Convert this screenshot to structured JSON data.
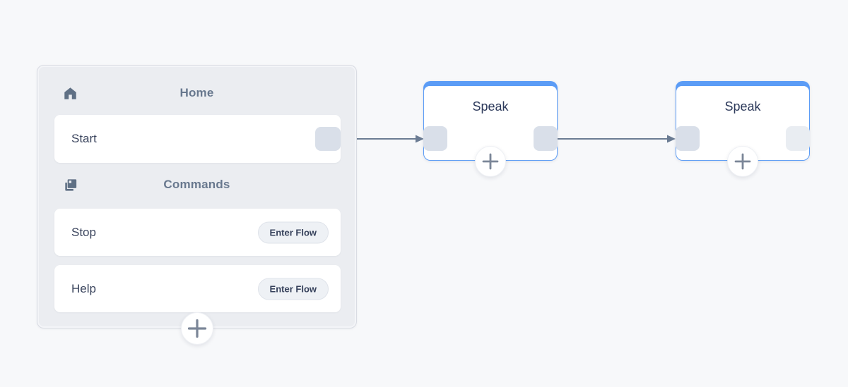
{
  "home_block": {
    "title": "Home",
    "icon": "home-icon",
    "start_item": {
      "label": "Start"
    },
    "commands": {
      "title": "Commands",
      "icon": "layers-icon",
      "items": [
        {
          "label": "Stop",
          "action_label": "Enter Flow"
        },
        {
          "label": "Help",
          "action_label": "Enter Flow"
        }
      ]
    },
    "add_icon": "plus-icon"
  },
  "nodes": [
    {
      "title": "Speak",
      "add_icon": "plus-icon"
    },
    {
      "title": "Speak",
      "add_icon": "plus-icon"
    }
  ],
  "edges": [
    {
      "from": "start-out-port",
      "to": "speak-1-in-port"
    },
    {
      "from": "speak-1-out-port",
      "to": "speak-2-in-port"
    }
  ],
  "colors": {
    "canvas_bg": "#f7f8fa",
    "panel_bg": "#ebedf1",
    "accent_blue": "#5b9cf6",
    "edge": "#6b7c93",
    "port": "#d9dfe9",
    "header_text": "#68788e",
    "label_text": "#3a445d",
    "node_title_text": "#2e3b5c"
  }
}
